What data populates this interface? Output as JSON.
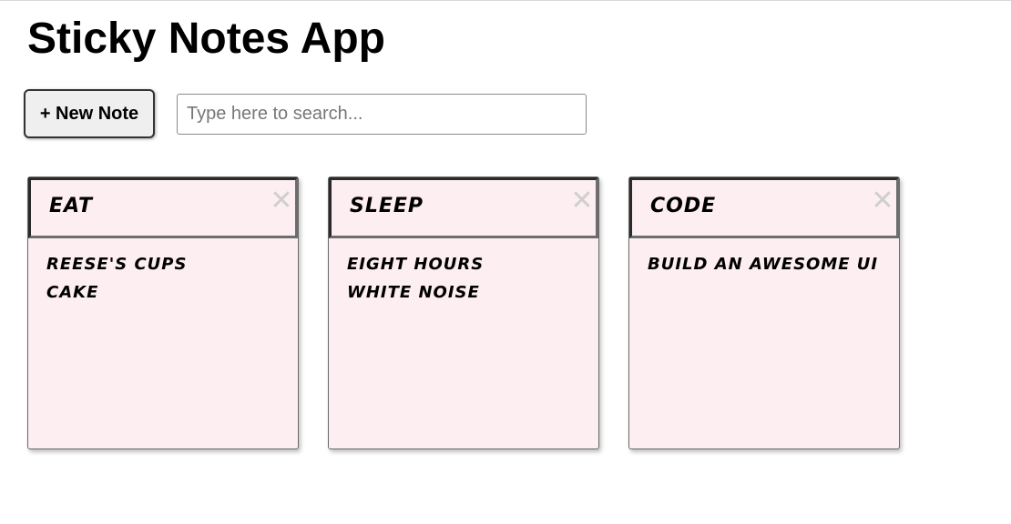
{
  "app": {
    "title": "Sticky Notes App"
  },
  "toolbar": {
    "new_note_label": "+ New Note",
    "search_placeholder": "Type here to search..."
  },
  "notes": [
    {
      "title": "Eat",
      "close": "✕",
      "lines": [
        "Reese's cups",
        "Cake"
      ]
    },
    {
      "title": "Sleep",
      "close": "✕",
      "lines": [
        "Eight hours",
        "White noise"
      ]
    },
    {
      "title": "Code",
      "close": "✕",
      "lines": [
        "Build an awesome UI"
      ]
    }
  ],
  "colors": {
    "note_background": "#fdeef2",
    "close_icon": "#cfcfcf",
    "button_background": "#efefef"
  }
}
